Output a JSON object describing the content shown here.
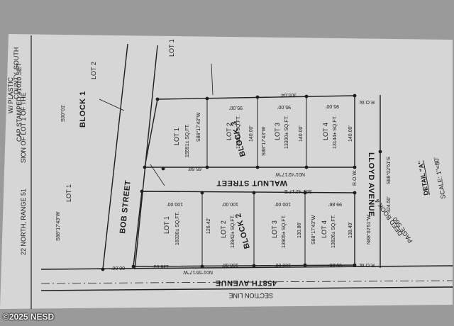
{
  "header": {
    "line1": "W/ PLASTIC",
    "line2": "CAP STAMPED #1010 SET",
    "line3": "COUNTY, SOUTH",
    "line4": "SION OF LOT 1 OF THE",
    "line5": "22 NORTH, RANGE 51"
  },
  "streets": {
    "bob": "BOB STREET",
    "walnut": "WALNUT STREET",
    "lloyd": "LLOYD AVENUE",
    "ave458": "458TH AVENUE",
    "section_line": "SECTION LINE"
  },
  "blocks": {
    "block1": "BLOCK 1",
    "block2": "BLOCK 2",
    "block3": "BLOCK 3"
  },
  "lots": {
    "lot1_nw": "LOT 1",
    "lot2_nw": "LOT 2",
    "lot1_west": "LOT 1",
    "b3_lot1": "LOT 1",
    "b3_lot1_area": "15591± SQ.FT.",
    "b3_lot2": "LOT 2",
    "b3_lot2_area": "13300± SQ.FT.",
    "b3_lot3": "LOT 3",
    "b3_lot3_area": "13300± SQ.FT.",
    "b3_lot4": "LOT 4",
    "b3_lot4_area": "13144± SQ.FT.",
    "b2_lot1": "LOT 1",
    "b2_lot1_area": "18330± SQ.FT.",
    "b2_lot2": "LOT 2",
    "b2_lot2_area": "13942± SQ.FT.",
    "b2_lot3": "LOT 3",
    "b2_lot3_area": "13905± SQ.FT.",
    "b2_lot4": "LOT 4",
    "b2_lot4_area": "13826± SQ.FT."
  },
  "dimensions": {
    "d100_1": "100.00'",
    "d100_2": "100.00'",
    "d100_3": "100.00'",
    "d99_9": "99.86'",
    "d100_4": "100.00'",
    "d100_5": "100.00'",
    "d99_6": "99.86'",
    "d135": "135.03'",
    "d126": "126.42'",
    "d130": "130.86'",
    "d138": "138.49'",
    "d95_1": "95.00'",
    "d95_2": "95.00'",
    "d95_3": "95.00'",
    "d65_5": "65.68'",
    "d140_1": "140.00'",
    "d140_2": "140.00'",
    "d140_3": "140.00'",
    "d80": "80.00'",
    "rw1": "R.O.W.",
    "rw2": "R.O.W.",
    "rw3": "R.O.W.",
    "b1": "S88°17'43\"W",
    "b2": "S88°17'43\"W",
    "b3": "S88°17'43\"W",
    "b4": "N88°02'51\"W",
    "b5": "N01°55'17\"W",
    "b6": "S88°17'43\"W",
    "b7": "S01°42'17\"E",
    "b8": "N01°42'17\"W",
    "d324": "324.50'",
    "b9": "S88°02'51\"E",
    "b10": "305.04'",
    "s00": "S00°01'"
  },
  "detail": {
    "title": "DETAIL \"A\"",
    "scale": "SCALE: 1\"=80'",
    "book1": "DEED BOOK 4",
    "book2": "PAGE 560"
  },
  "watermark": "©2025 NESD"
}
